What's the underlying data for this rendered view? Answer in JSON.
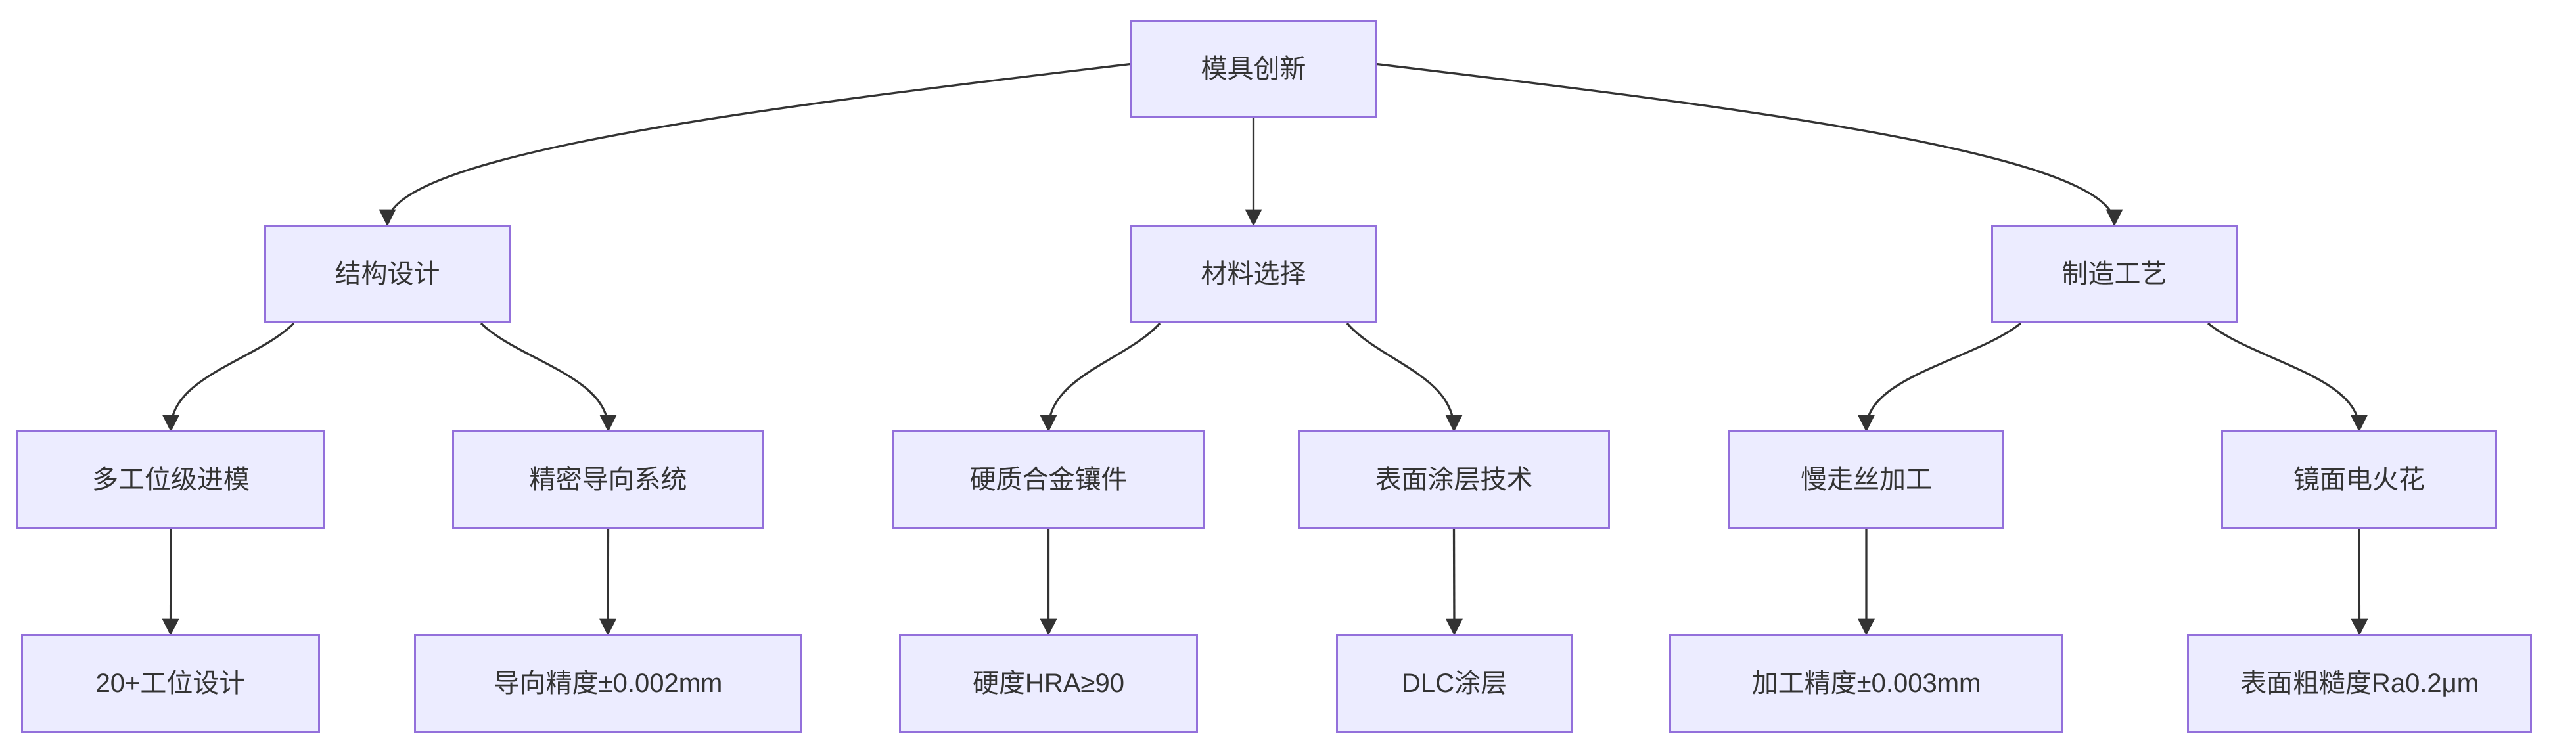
{
  "diagram_type": "flowchart-top-down",
  "colors": {
    "node_fill": "#ECECFF",
    "node_border": "#9370DB",
    "edge": "#333333",
    "text": "#333333",
    "background": "#ffffff"
  },
  "nodes": [
    {
      "id": "root",
      "label": "模具创新"
    },
    {
      "id": "structure",
      "label": "结构设计"
    },
    {
      "id": "material",
      "label": "材料选择"
    },
    {
      "id": "process",
      "label": "制造工艺"
    },
    {
      "id": "multiStation",
      "label": "多工位级进模"
    },
    {
      "id": "guideSystem",
      "label": "精密导向系统"
    },
    {
      "id": "carbideInsert",
      "label": "硬质合金镶件"
    },
    {
      "id": "coatingTech",
      "label": "表面涂层技术"
    },
    {
      "id": "wireEdm",
      "label": "慢走丝加工"
    },
    {
      "id": "mirrorEdm",
      "label": "镜面电火花"
    },
    {
      "id": "stationDesign",
      "label": "20+工位设计"
    },
    {
      "id": "guidePrecision",
      "label": "导向精度±0.002mm"
    },
    {
      "id": "hardness",
      "label": "硬度HRA≥90"
    },
    {
      "id": "dlcCoating",
      "label": "DLC涂层"
    },
    {
      "id": "machiningPrecision",
      "label": "加工精度±0.003mm"
    },
    {
      "id": "surfaceRoughness",
      "label": "表面粗糙度Ra0.2μm"
    }
  ],
  "edges": [
    {
      "from": "root",
      "to": "structure"
    },
    {
      "from": "root",
      "to": "material"
    },
    {
      "from": "root",
      "to": "process"
    },
    {
      "from": "structure",
      "to": "multiStation"
    },
    {
      "from": "structure",
      "to": "guideSystem"
    },
    {
      "from": "material",
      "to": "carbideInsert"
    },
    {
      "from": "material",
      "to": "coatingTech"
    },
    {
      "from": "process",
      "to": "wireEdm"
    },
    {
      "from": "process",
      "to": "mirrorEdm"
    },
    {
      "from": "multiStation",
      "to": "stationDesign"
    },
    {
      "from": "guideSystem",
      "to": "guidePrecision"
    },
    {
      "from": "carbideInsert",
      "to": "hardness"
    },
    {
      "from": "coatingTech",
      "to": "dlcCoating"
    },
    {
      "from": "wireEdm",
      "to": "machiningPrecision"
    },
    {
      "from": "mirrorEdm",
      "to": "surfaceRoughness"
    }
  ]
}
